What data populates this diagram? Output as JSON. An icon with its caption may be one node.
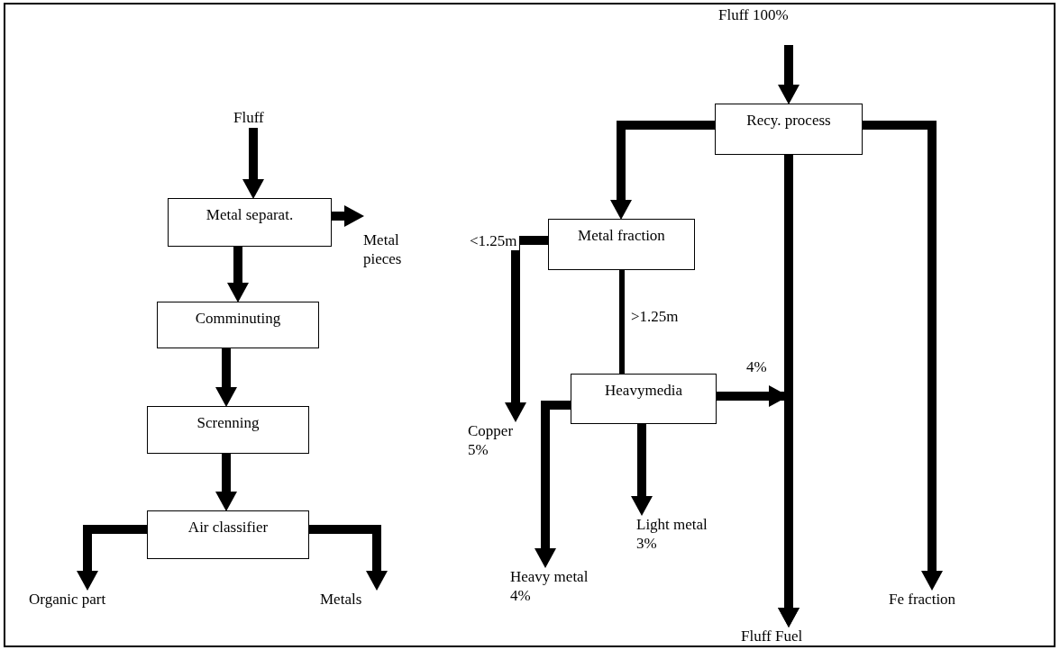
{
  "diagram": {
    "nodes": [
      {
        "text": [
          "Fluff"
        ]
      },
      {
        "text": [
          "Metal separat."
        ]
      },
      {
        "text": [
          "Metal pieces"
        ]
      },
      {
        "text": [
          "Comminuting"
        ]
      },
      {
        "text": [
          "Screnning"
        ]
      },
      {
        "text": [
          "Air classifier"
        ]
      },
      {
        "text": [
          "Organic part"
        ]
      },
      {
        "text": [
          "Metals"
        ]
      },
      {
        "text": [
          "Fluff 100%"
        ]
      },
      {
        "text": [
          "Recy. process"
        ]
      },
      {
        "text": [
          "Metal fraction"
        ]
      },
      {
        "text": [
          "Heavymedia"
        ]
      },
      {
        "text": [
          "Copper 5%"
        ]
      },
      {
        "text": [
          "Heavy metal 4%"
        ]
      },
      {
        "text": [
          "Light metal 3%"
        ]
      },
      {
        "text": [
          "Fluff Fuel"
        ]
      },
      {
        "text": [
          "Fe fraction"
        ]
      }
    ],
    "edges": [
      {
        "from": 0,
        "to": 1,
        "arrow": "to"
      },
      {
        "from": 1,
        "to": 2,
        "arrow": "to"
      },
      {
        "from": 1,
        "to": 3,
        "arrow": "to"
      },
      {
        "from": 3,
        "to": 4,
        "arrow": "to"
      },
      {
        "from": 4,
        "to": 5,
        "arrow": "to"
      },
      {
        "from": 5,
        "to": 6,
        "arrow": "to"
      },
      {
        "from": 5,
        "to": 7,
        "arrow": "to"
      },
      {
        "from": 8,
        "to": 9,
        "arrow": "to"
      },
      {
        "from": 9,
        "to": 10,
        "arrow": "to"
      },
      {
        "from": 9,
        "to": 15,
        "arrow": "to"
      },
      {
        "from": 9,
        "to": 16,
        "arrow": "to"
      },
      {
        "from": 10,
        "to": 12,
        "label": "<1.25m",
        "arrow": "to"
      },
      {
        "from": 10,
        "to": 11,
        "label": ">1.25m",
        "arrow": "none"
      },
      {
        "from": 11,
        "to": 15,
        "label": "4%",
        "arrow": "to"
      },
      {
        "from": 11,
        "to": 13,
        "arrow": "to"
      },
      {
        "from": 11,
        "to": 14,
        "arrow": "to"
      }
    ]
  }
}
